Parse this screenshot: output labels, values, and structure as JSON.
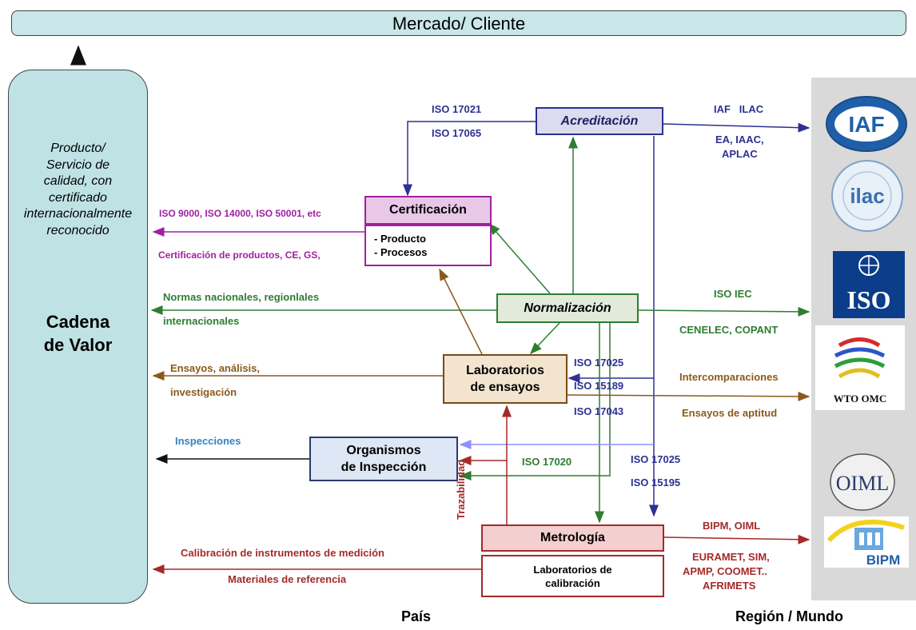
{
  "header": {
    "market": "Mercado/ Cliente"
  },
  "value_chain": {
    "product_lines": [
      "Producto/",
      "Servicio de",
      "calidad, con",
      "certificado",
      "internacionalmente",
      "reconocido"
    ],
    "title_lines": [
      "Cadena",
      "de Valor"
    ]
  },
  "boxes": {
    "acreditacion": "Acreditación",
    "certificacion": "Certificación",
    "cert_items": [
      "- Producto",
      "- Procesos"
    ],
    "normalizacion": "Normalización",
    "laboratorios_lines": [
      "Laboratorios",
      "de ensayos"
    ],
    "inspeccion_lines": [
      "Organismos",
      "de Inspección"
    ],
    "metrologia": "Metrología",
    "calibracion_lines": [
      "Laboratorios de",
      "calibración"
    ]
  },
  "labels": {
    "iso17021": "ISO 17021",
    "iso17065": "ISO 17065",
    "iaf_ilac": "IAF   ILAC",
    "ea_iaac_1": "EA, IAAC,",
    "ea_iaac_2": "APLAC",
    "iso9000": "ISO 9000, ISO 14000, ISO 50001, etc",
    "cert_productos": "Certificación de productos, CE, GS,",
    "normas_1": "Normas nacionales, regionlales",
    "normas_2": "internacionales",
    "iso_iec": "ISO IEC",
    "cenelec": "CENELEC, COPANT",
    "ensayos_1": "Ensayos, análisis,",
    "ensayos_2": "investigación",
    "iso17025_a": "ISO 17025",
    "iso15189": "ISO 15189",
    "iso17043": "ISO 17043",
    "intercomparaciones": "Intercomparaciones",
    "ensayos_aptitud": "Ensayos de aptitud",
    "inspecciones": "Inspecciones",
    "iso17020": "ISO 17020",
    "iso17025_b": "ISO 17025",
    "iso15195": "ISO 15195",
    "trazabilidad": "Trazabilidad",
    "bipm_oiml": "BIPM, OIML",
    "euramet_1": "EURAMET, SIM,",
    "euramet_2": "APMP, COOMET..",
    "euramet_3": "AFRIMETS",
    "calibracion_instr": "Calibración de instrumentos de medición",
    "materiales_ref": "Materiales de referencia"
  },
  "footer": {
    "pais": "País",
    "region": "Región / Mundo"
  },
  "logos": {
    "iaf": "IAF",
    "ilac": "ilac",
    "iso": "ISO",
    "wto": "WTO OMC",
    "oiml": "OIML",
    "bipm": "BIPM"
  },
  "colors": {
    "blue": "#2e3092",
    "purple": "#a020a0",
    "green": "#2e7d32",
    "brown": "#8a5a1a",
    "red": "#a52a2a",
    "light_blue": "#8f8fff"
  }
}
